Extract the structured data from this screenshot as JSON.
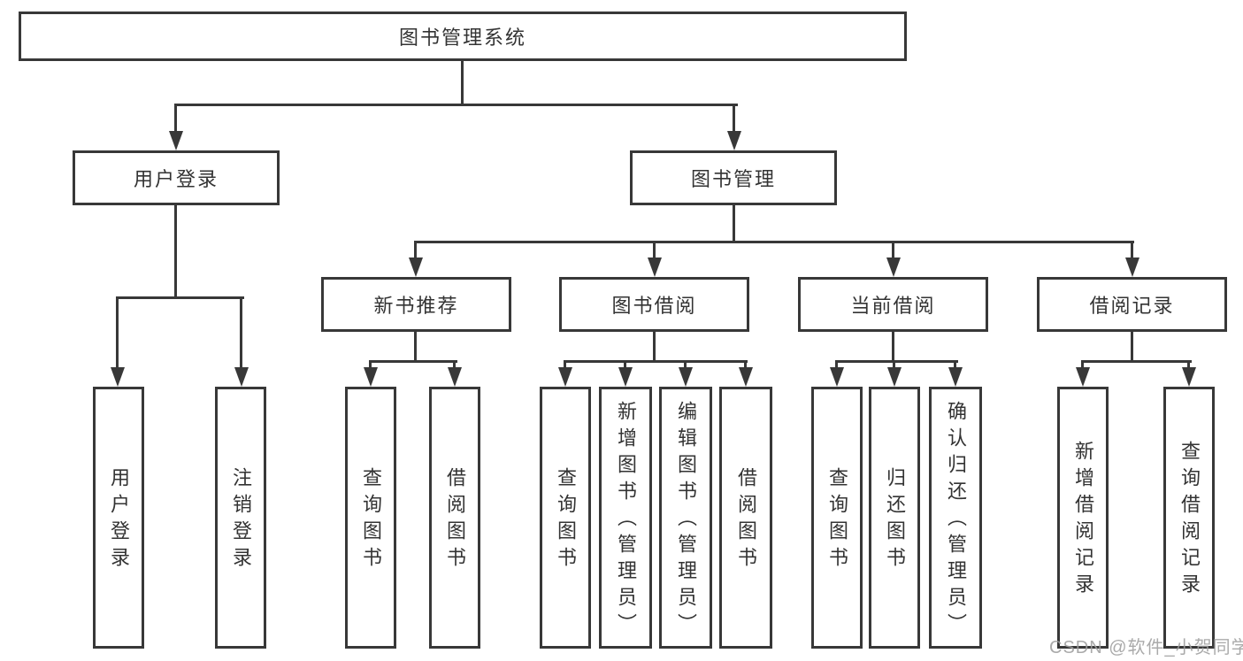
{
  "diagram_type": "hierarchy-tree",
  "colors": {
    "line": "#383838",
    "node_text": "#333333",
    "background": "#ffffff",
    "watermark": "#9e9e9e"
  },
  "watermark": {
    "text": "CSDN @软件_小贺同学"
  },
  "tree": {
    "label": "图书管理系统",
    "children": [
      {
        "label": "用户登录",
        "children": [
          {
            "label": "用户登录"
          },
          {
            "label": "注销登录"
          }
        ]
      },
      {
        "label": "图书管理",
        "children": [
          {
            "label": "新书推荐",
            "children": [
              {
                "label": "查询图书"
              },
              {
                "label": "借阅图书"
              }
            ]
          },
          {
            "label": "图书借阅",
            "children": [
              {
                "label": "查询图书"
              },
              {
                "label": "新增图书（管理员）"
              },
              {
                "label": "编辑图书（管理员）"
              },
              {
                "label": "借阅图书"
              }
            ]
          },
          {
            "label": "当前借阅",
            "children": [
              {
                "label": "查询图书"
              },
              {
                "label": "归还图书"
              },
              {
                "label": "确认归还（管理员）"
              }
            ]
          },
          {
            "label": "借阅记录",
            "children": [
              {
                "label": "新增借阅记录"
              },
              {
                "label": "查询借阅记录"
              }
            ]
          }
        ]
      }
    ]
  }
}
